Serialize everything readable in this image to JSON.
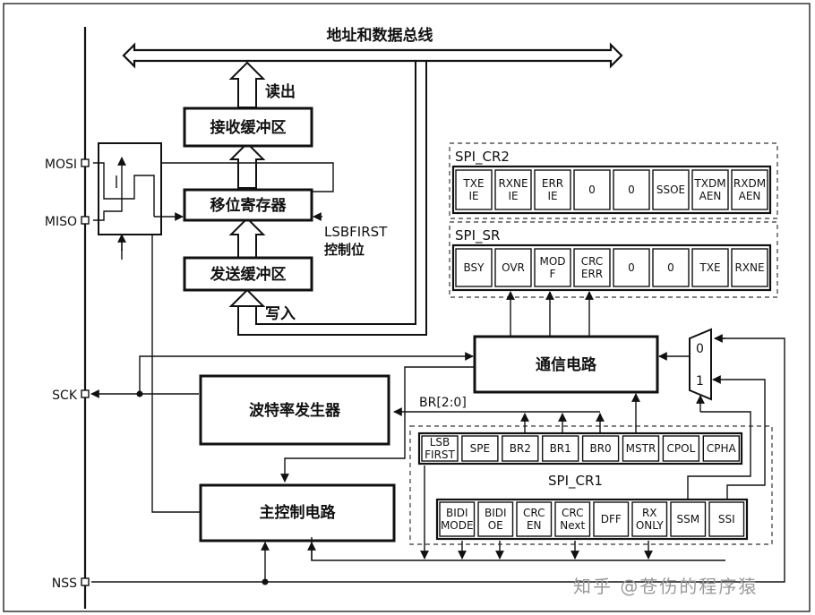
{
  "bus": {
    "label": "地址和数据总线"
  },
  "blocks": {
    "rx_buffer": "接收缓冲区",
    "shift_register": "移位寄存器",
    "tx_buffer": "发送缓冲区",
    "comm_circuit": "通信电路",
    "baud_generator": "波特率发生器",
    "master_control": "主控制电路"
  },
  "signals": {
    "read": "读出",
    "write": "写入",
    "lsbfirst_line1": "LSBFIRST",
    "lsbfirst_line2": "控制位",
    "br": "BR[2:0]"
  },
  "pins": {
    "mosi": "MOSI",
    "miso": "MISO",
    "sck": "SCK",
    "nss": "NSS"
  },
  "mux": {
    "in0": "0",
    "in1": "1"
  },
  "registers": {
    "cr2": {
      "name": "SPI_CR2",
      "bits": [
        [
          "TXE",
          "IE"
        ],
        [
          "RXNE",
          "IE"
        ],
        [
          "ERR",
          "IE"
        ],
        [
          "0"
        ],
        [
          "0"
        ],
        [
          "SSOE"
        ],
        [
          "TXDM",
          "AEN"
        ],
        [
          "RXDM",
          "AEN"
        ]
      ]
    },
    "sr": {
      "name": "SPI_SR",
      "bits": [
        [
          "BSY"
        ],
        [
          "OVR"
        ],
        [
          "MOD",
          "F"
        ],
        [
          "CRC",
          "ERR"
        ],
        [
          "0"
        ],
        [
          "0"
        ],
        [
          "TXE"
        ],
        [
          "RXNE"
        ]
      ]
    },
    "cr1": {
      "name": "SPI_CR1",
      "bits_high": [
        [
          "LSB",
          "FIRST"
        ],
        [
          "SPE"
        ],
        [
          "BR2"
        ],
        [
          "BR1"
        ],
        [
          "BR0"
        ],
        [
          "MSTR"
        ],
        [
          "CPOL"
        ],
        [
          "CPHA"
        ]
      ],
      "bits_low": [
        [
          "BIDI",
          "MODE"
        ],
        [
          "BIDI",
          "OE"
        ],
        [
          "CRC",
          "EN"
        ],
        [
          "CRC",
          "Next"
        ],
        [
          "DFF"
        ],
        [
          "RX",
          "ONLY"
        ],
        [
          "SSM"
        ],
        [
          "SSI"
        ]
      ]
    }
  },
  "watermark": "知乎 @苍伤的程序猿"
}
